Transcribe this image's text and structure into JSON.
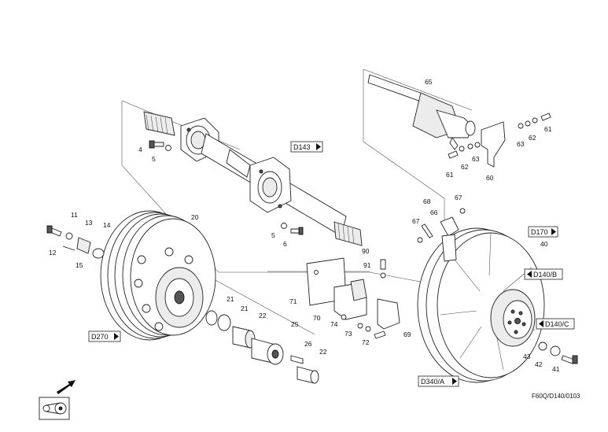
{
  "drawing_code": "F60Q/D140/0103",
  "section_refs": {
    "d143": "D143",
    "d170": "D170",
    "d140b": "D140/B",
    "d140c": "D140/C",
    "d270": "D270",
    "d340a": "D340/A"
  },
  "part_numbers": {
    "p4": "4",
    "p5a": "5",
    "p5b": "5",
    "p6": "6",
    "p11": "11",
    "p12": "12",
    "p13": "13",
    "p14": "14",
    "p15": "15",
    "p20": "20",
    "p21a": "21",
    "p21b": "21",
    "p22a": "22",
    "p22b": "22",
    "p25": "25",
    "p26": "26",
    "p40": "40",
    "p41": "41",
    "p42": "42",
    "p43": "43",
    "p61a": "61",
    "p61b": "61",
    "p62a": "62",
    "p62b": "62",
    "p63a": "63",
    "p63b": "63",
    "p65": "65",
    "p66": "66",
    "p67a": "67",
    "p67b": "67",
    "p68": "68",
    "p69": "69",
    "p70": "70",
    "p71": "71",
    "p72": "72",
    "p73": "73",
    "p74": "74",
    "p90": "90",
    "p91": "91",
    "p60": "60"
  },
  "icons": {
    "direction_arrow": "arrow-icon",
    "belt_drive_symbol": "belt-drive-icon"
  }
}
